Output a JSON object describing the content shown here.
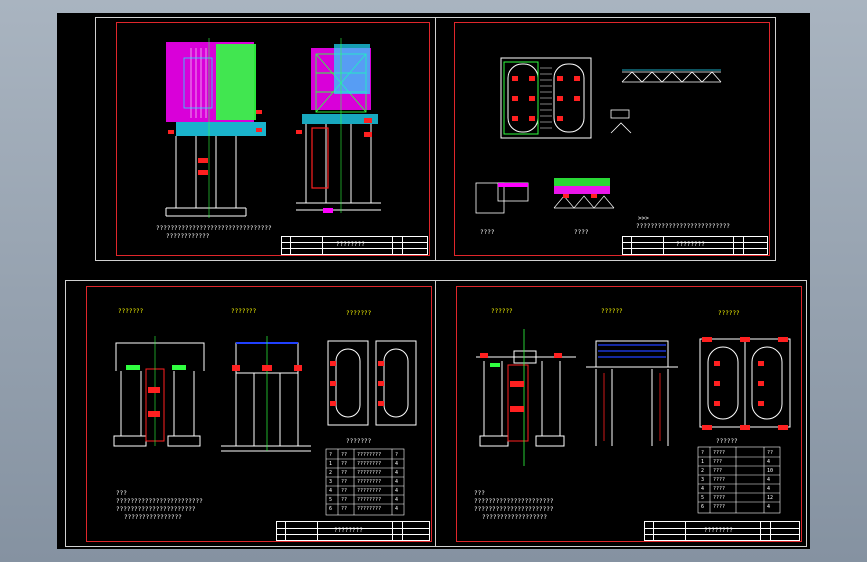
{
  "app": "CAD drawing viewer",
  "sheets": {
    "s1": {
      "title_block_name": "????????",
      "note_line1": "????????????????????????????????",
      "note_line2": "????????????"
    },
    "s2": {
      "title_block_name": "????????",
      "note_line1": ">>>",
      "note_line2": "??????????????????????????",
      "detail1": "????",
      "detail2": "????"
    },
    "s3": {
      "view1": "???????",
      "view2": "???????",
      "view3": "???????",
      "table_title": "???????",
      "table_rows": [
        [
          "?",
          "??",
          "????????",
          "?"
        ],
        [
          "1",
          "??",
          "????????",
          "4"
        ],
        [
          "2",
          "??",
          "????????",
          "4"
        ],
        [
          "3",
          "??",
          "????????",
          "4"
        ],
        [
          "4",
          "??",
          "????????",
          "4"
        ],
        [
          "5",
          "??",
          "????????",
          "4"
        ],
        [
          "6",
          "??",
          "????????",
          "4"
        ]
      ],
      "note_line1": "???",
      "note_line2": "????????????????????????",
      "note_line3": "??????????????????????",
      "note_line4": "????????????????",
      "title_block_name": "????????"
    },
    "s4": {
      "view1": "??????",
      "view2": "??????",
      "view3": "??????",
      "table_title": "??????",
      "table_rows": [
        [
          "?",
          "????",
          "",
          "??"
        ],
        [
          "1",
          "???",
          "",
          "4"
        ],
        [
          "2",
          "???",
          "",
          "10"
        ],
        [
          "3",
          "????",
          "",
          "4"
        ],
        [
          "4",
          "????",
          "",
          "4"
        ],
        [
          "5",
          "????",
          "",
          "12"
        ],
        [
          "6",
          "????",
          "",
          "4"
        ]
      ],
      "note_line1": "???",
      "note_line2": "??????????????????????",
      "note_line3": "??????????????????????",
      "note_line4": "??????????????????",
      "title_block_name": "????????"
    }
  },
  "colors": {
    "frame": "#e0262b",
    "line": "#ffffff",
    "accent_green": "#30ff40",
    "accent_magenta": "#ff00ff",
    "accent_cyan": "#20e0ff",
    "accent_yellow": "#ffff00"
  }
}
